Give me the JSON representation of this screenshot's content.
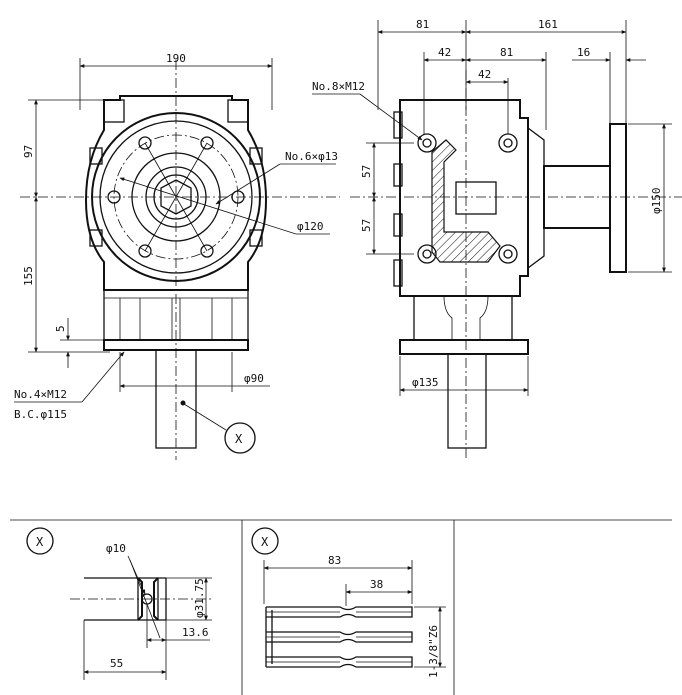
{
  "front_view": {
    "dims": {
      "width_190": "190",
      "height_97": "97",
      "height_155": "155",
      "gap_5": "5",
      "bolts_front": "No.6×φ13",
      "dia_120": "φ120",
      "dia_90": "φ90",
      "bolts_bottom": "No.4×M12",
      "bolt_circle": "B.C.φ115"
    },
    "detail_marker": "X"
  },
  "side_view": {
    "dims": {
      "d81_top": "81",
      "d161": "161",
      "d42_a": "42",
      "d81_mid": "81",
      "d16": "16",
      "d42_b": "42",
      "bolts_side": "No.8×M12",
      "d57_a": "57",
      "d57_b": "57",
      "dia_150": "φ150",
      "dia_135": "φ135"
    }
  },
  "detail_left": {
    "marker": "X",
    "dia_10": "φ10",
    "dia_3175": "φ31.75",
    "d13_6": "13.6",
    "d55": "55"
  },
  "detail_right": {
    "marker": "X",
    "d83": "83",
    "d38": "38",
    "spline": "1-3/8\"Z6"
  }
}
